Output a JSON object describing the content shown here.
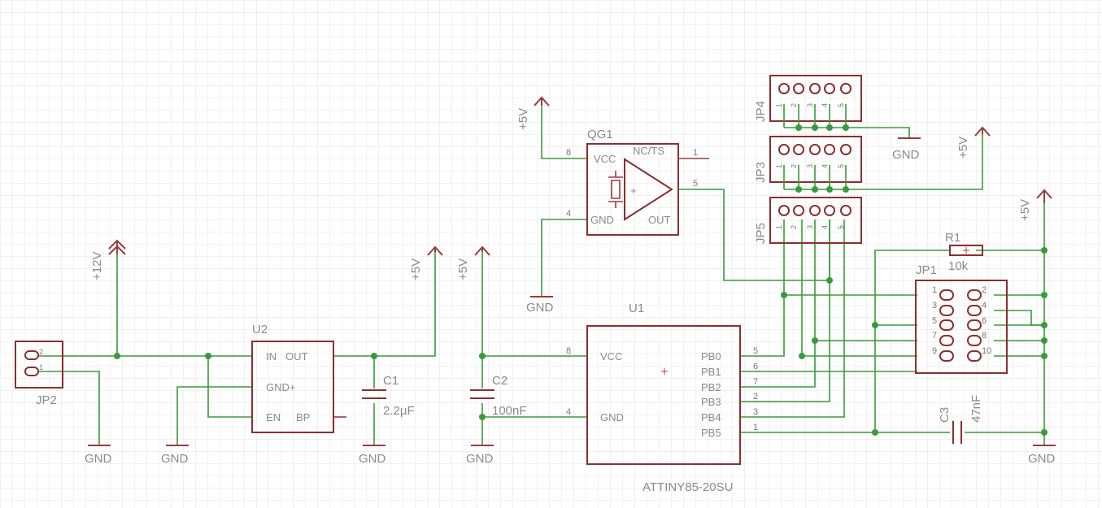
{
  "components": {
    "jp2": {
      "name": "JP2",
      "pins": [
        "2",
        "1"
      ]
    },
    "u2": {
      "name": "U2",
      "pins": [
        "IN",
        "OUT",
        "GND+",
        "EN",
        "BP"
      ]
    },
    "c1": {
      "name": "C1",
      "value": "2.2µF"
    },
    "c2": {
      "name": "C2",
      "value": "100nF"
    },
    "c3": {
      "name": "C3",
      "value": "47nF"
    },
    "r1": {
      "name": "R1",
      "value": "10k"
    },
    "u1": {
      "name": "U1",
      "part": "ATTINY85-20SU",
      "left_pins": [
        {
          "name": "VCC",
          "num": "8"
        },
        {
          "name": "GND",
          "num": "4"
        }
      ],
      "right_pins": [
        {
          "name": "PB0",
          "num": "5"
        },
        {
          "name": "PB1",
          "num": "6"
        },
        {
          "name": "PB2",
          "num": "7"
        },
        {
          "name": "PB3",
          "num": "2"
        },
        {
          "name": "PB4",
          "num": "3"
        },
        {
          "name": "PB5",
          "num": "1"
        }
      ]
    },
    "qg1": {
      "name": "QG1",
      "pins": [
        {
          "name": "VCC",
          "num": "8"
        },
        {
          "name": "NC/TS",
          "num": "1"
        },
        {
          "name": "GND",
          "num": "4"
        },
        {
          "name": "OUT",
          "num": "5"
        }
      ],
      "plus": "+"
    },
    "jp1": {
      "name": "JP1",
      "pins_left": [
        "1",
        "3",
        "5",
        "7",
        "9"
      ],
      "pins_right": [
        "2",
        "4",
        "6",
        "8",
        "10"
      ]
    },
    "jp3": {
      "name": "JP3",
      "pins": [
        "1",
        "2",
        "3",
        "4",
        "5"
      ]
    },
    "jp4": {
      "name": "JP4",
      "pins": [
        "1",
        "2",
        "3",
        "4",
        "5"
      ]
    },
    "jp5": {
      "name": "JP5",
      "pins": [
        "1",
        "2",
        "3",
        "4",
        "5"
      ]
    }
  },
  "supplies": {
    "v12": "+12V",
    "v5": "+5V",
    "gnd": "GND"
  }
}
